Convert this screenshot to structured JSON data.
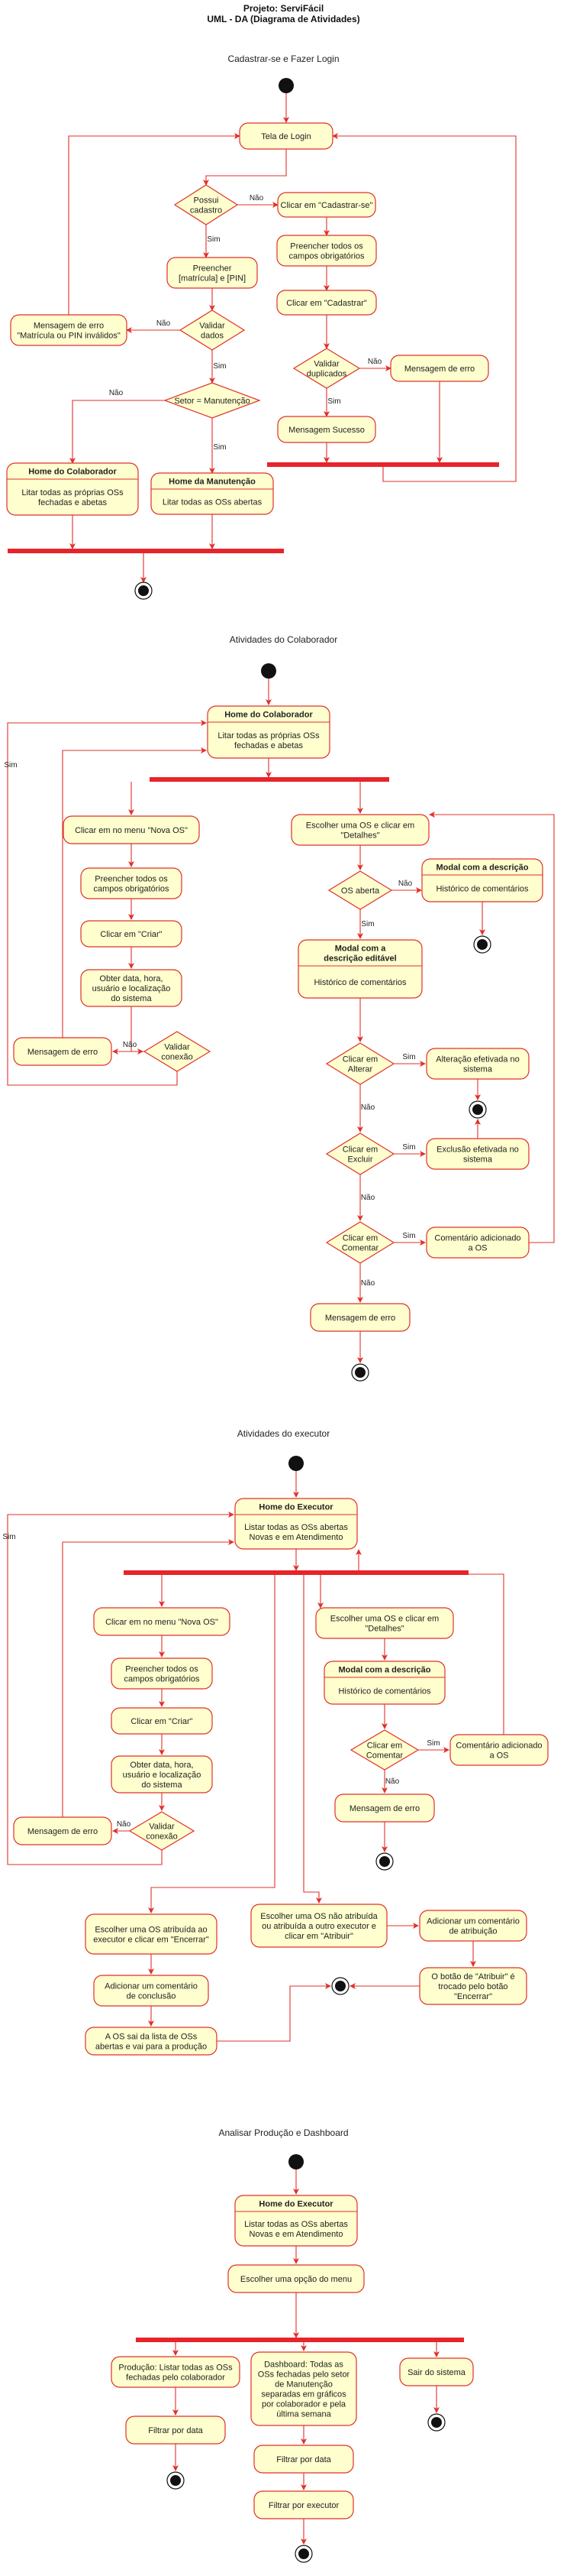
{
  "header": {
    "project": "Projeto: ServiFácil",
    "subtitle": "UML - DA (Diagrama de Atividades)"
  },
  "sections": [
    {
      "title": "Cadastrar-se e Fazer Login",
      "nodes": {
        "tela_login": "Tela de Login",
        "possui_cadastro": "Possui\ncadastro",
        "clicar_cadastrar_se": "Clicar em \"Cadastrar-se\"",
        "preencher_cadastro": "Preencher todos os\ncampos obrigatórios",
        "clicar_cadastrar": "Clicar em \"Cadastrar\"",
        "validar_duplicados": "Validar\nduplicados",
        "msg_erro_dup": "Mensagem de erro",
        "msg_sucesso": "Mensagem Sucesso",
        "preencher_matricula": "Preencher\n[matrícula] e [PIN]",
        "validar_dados": "Validar\ndados",
        "msg_erro_login": "Mensagem de erro\n\"Matrícula ou PIN inválidos\"",
        "setor_manutencao": "Setor = Manutenção",
        "home_colab_title": "Home do Colaborador",
        "home_colab_body": "Litar todas as próprias OSs\nfechadas e abetas",
        "home_manut_title": "Home da Manutenção",
        "home_manut_body": "Litar todas as OSs abertas"
      }
    },
    {
      "title": "Atividades do Colaborador",
      "nodes": {
        "home_title": "Home do Colaborador",
        "home_body": "Litar todas as próprias OSs\nfechadas e abetas",
        "clicar_nova_os": "Clicar em no menu \"Nova OS\"",
        "preencher": "Preencher todos os\ncampos obrigatórios",
        "clicar_criar": "Clicar em \"Criar\"",
        "obter_data": "Obter data, hora,\nusuário e localização\ndo sistema",
        "validar_conexao": "Validar\nconexão",
        "msg_erro_conexao": "Mensagem de erro",
        "escolher_os": "Escolher uma OS e clicar em\n\"Detalhes\"",
        "os_aberta": "OS aberta",
        "modal_desc_title": "Modal com a descrição",
        "modal_desc_body": "Histórico de comentários",
        "modal_edit_title": "Modal com a\ndescrição editável",
        "modal_edit_body": "Histórico de comentários",
        "clicar_alterar": "Clicar em\nAlterar",
        "alteracao_ok": "Alteração efetivada no\nsistema",
        "clicar_excluir": "Clicar em\nExcluir",
        "exclusao_ok": "Exclusão efetivada no\nsistema",
        "clicar_comentar": "Clicar em\nComentar",
        "comentario_ok": "Comentário adicionado\na OS",
        "msg_erro_final": "Mensagem de erro"
      }
    },
    {
      "title": "Atividades do executor",
      "nodes": {
        "home_title": "Home do Executor",
        "home_body": "Listar todas as OSs abertas\nNovas e em Atendimento",
        "clicar_nova_os": "Clicar em no menu \"Nova OS\"",
        "preencher": "Preencher todos os\ncampos obrigatórios",
        "clicar_criar": "Clicar em \"Criar\"",
        "obter_data": "Obter data, hora,\nusuário e localização\ndo sistema",
        "validar_conexao": "Validar\nconexão",
        "msg_erro_conexao": "Mensagem de erro",
        "escolher_os": "Escolher uma OS e clicar em\n\"Detalhes\"",
        "modal_title": "Modal com a descrição",
        "modal_body": "Histórico de comentários",
        "clicar_comentar": "Clicar em\nComentar",
        "comentario_ok": "Comentário adicionado\na OS",
        "msg_erro_final": "Mensagem de erro",
        "escolher_atribuida": "Escolher uma OS atribuída ao\nexecutor e clicar em \"Encerrar\"",
        "adicionar_conclusao": "Adicionar um comentário\nde conclusão",
        "os_sai_lista": "A OS sai da lista de OSs\nabertas e vai para a produção",
        "escolher_nao_atribuida": "Escolher uma OS não atribuída\nou atribuída a outro executor e\nclicar em \"Atribuir\"",
        "adicionar_atribuicao": "Adicionar um comentário\nde atribuição",
        "botao_trocado": "O botão de \"Atribuir\" é\ntrocado pelo botão\n\"Encerrar\""
      }
    },
    {
      "title": "Analisar Produção e Dashboard",
      "nodes": {
        "home_title": "Home do Executor",
        "home_body": "Listar todas as OSs abertas\nNovas e em Atendimento",
        "escolher_opcao": "Escolher uma opção do menu",
        "producao": "Produção: Listar todas as OSs\nfechadas pelo colaborador",
        "dashboard": "Dashboard: Todas as\nOSs fechadas pelo setor\nde Manutenção\nseparadas em gráficos\npor colaborador e pela\núltima semana",
        "sair": "Sair do sistema",
        "filtrar_data_1": "Filtrar por data",
        "filtrar_data_2": "Filtrar por data",
        "filtrar_executor": "Filtrar por executor"
      }
    }
  ],
  "labels": {
    "sim": "Sim",
    "nao": "Não"
  },
  "colors": {
    "node_fill": "#fefece",
    "node_stroke": "#e0302a",
    "arrow": "#e0302a",
    "bar": "#e8232a",
    "start_end": "#111111"
  }
}
